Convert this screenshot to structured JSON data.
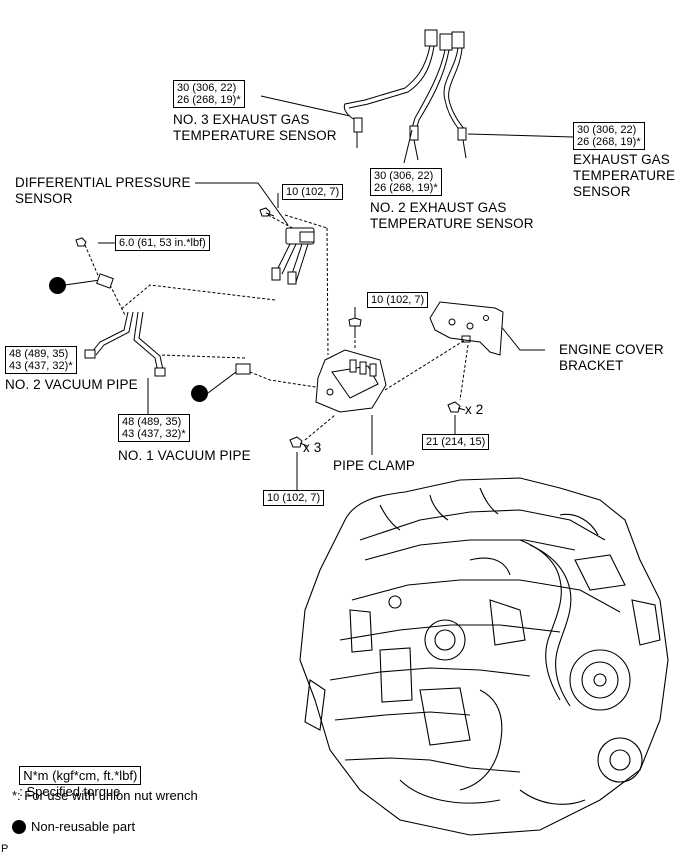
{
  "labels": {
    "no3_sensor": "NO. 3 EXHAUST GAS\nTEMPERATURE SENSOR",
    "exhaust_sensor": "EXHAUST GAS\nTEMPERATURE\nSENSOR",
    "no2_sensor": "NO. 2 EXHAUST GAS\nTEMPERATURE SENSOR",
    "diff_sensor": "DIFFERENTIAL PRESSURE\nSENSOR",
    "engine_cover_bracket": "ENGINE COVER\nBRACKET",
    "no2_vacuum_pipe": "NO. 2 VACUUM PIPE",
    "no1_vacuum_pipe": "NO. 1 VACUUM PIPE",
    "pipe_clamp": "PIPE CLAMP",
    "qty_x3": "x 3",
    "qty_x2": "x 2",
    "corner_mark": "P"
  },
  "torque": {
    "no3_sensor": "30 (306, 22)\n26 (268, 19)*",
    "exhaust_sensor": "30 (306, 22)\n26 (268, 19)*",
    "no2_sensor": "30 (306, 22)\n26 (268, 19)*",
    "diff_sensor_bolt": "10 (102, 7)",
    "vacuum_bolt": "6.0 (61, 53 in.*lbf)",
    "clamp_top_bolt": "10 (102, 7)",
    "no2_vacuum_pipe": "48 (489, 35)\n43 (437, 32)*",
    "no1_vacuum_pipe": "48 (489, 35)\n43 (437, 32)*",
    "bracket_bolts": "21 (214, 15)",
    "clamp_bottom_bolts": "10 (102, 7)"
  },
  "legend": {
    "torque_key": "N*m (kgf*cm, ft.*lbf)",
    "torque_desc": ": Specified torque",
    "union_note": "*: For use with union nut wrench",
    "nonreusable": "Non-reusable part"
  }
}
